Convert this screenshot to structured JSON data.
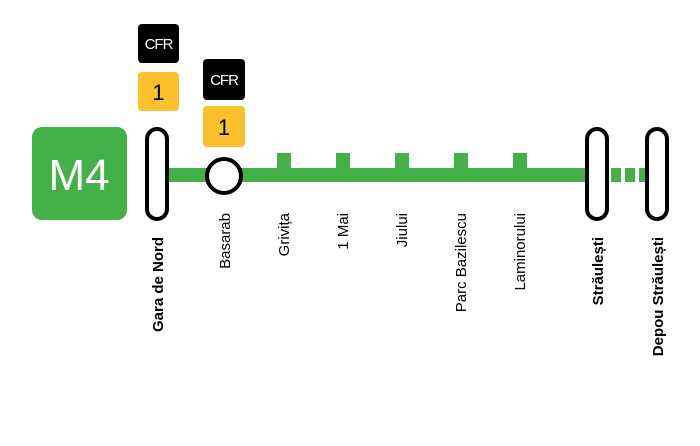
{
  "line": {
    "name": "M4",
    "color": "#44b049"
  },
  "transfer": {
    "operator": "CFR",
    "line_number": "1",
    "operator_color": "#000000",
    "line_color": "#fcc12c"
  },
  "stations": [
    {
      "name": "Gara de Nord",
      "terminus": true
    },
    {
      "name": "Basarab",
      "terminus": false
    },
    {
      "name": "Grivița",
      "terminus": false
    },
    {
      "name": "1 Mai",
      "terminus": false
    },
    {
      "name": "Jiului",
      "terminus": false
    },
    {
      "name": "Parc Bazilescu",
      "terminus": false
    },
    {
      "name": "Laminorului",
      "terminus": false
    },
    {
      "name": "Străulești",
      "terminus": true
    },
    {
      "name": "Depou Străulești",
      "terminus": true
    }
  ]
}
